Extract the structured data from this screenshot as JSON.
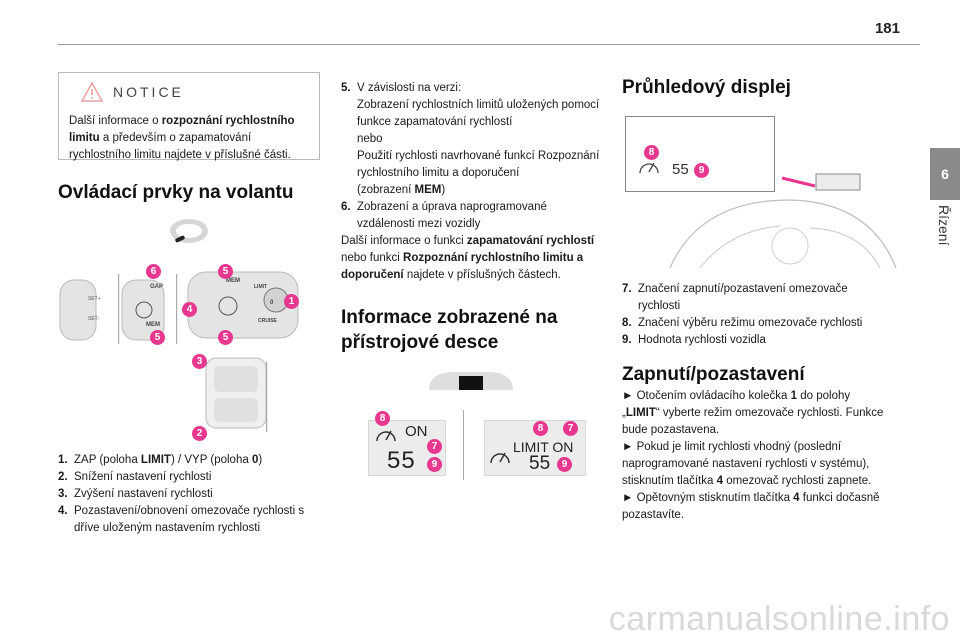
{
  "page_number": "181",
  "chapter_tab": {
    "number": "6",
    "label": "Řízení"
  },
  "notice": {
    "title": "NOTICE",
    "text_a": "Další informace o ",
    "text_b": "rozpoznání rychlostního limitu",
    "text_c": " a především o zapamatování rychlostního limitu najdete v příslušné části."
  },
  "section_controls": {
    "heading": "Ovládací prvky na volantu",
    "stalk_labels": {
      "gap": "GAP",
      "set_plus": "SET+",
      "set_minus": "SET-",
      "mem": "MEM",
      "limit": "LIMIT",
      "zero": "0",
      "cruise": "CRUISE"
    },
    "callouts": [
      "6",
      "5",
      "4",
      "1",
      "5",
      "5",
      "3",
      "2"
    ],
    "items": [
      {
        "num": "1.",
        "a": "ZAP (poloha ",
        "b": "LIMIT",
        "c": ") / VYP (poloha ",
        "d": "0",
        "e": ")"
      },
      {
        "num": "2.",
        "text": "Snížení nastavení rychlosti"
      },
      {
        "num": "3.",
        "text": "Zvýšení nastavení rychlosti"
      },
      {
        "num": "4.",
        "text": "Pozastavení/obnovení omezovače rychlosti s dříve uloženým nastavením rychlosti"
      }
    ]
  },
  "col2_list": [
    {
      "num": "5.",
      "lines": [
        "V závislosti na verzi:",
        "Zobrazení rychlostních limitů uložených pomocí funkce zapamatování rychlostí",
        "nebo",
        "Použití rychlosti navrhované funkcí Rozpoznání rychlostního limitu a doporučení"
      ],
      "extra_a": "(zobrazení ",
      "extra_b": "MEM",
      "extra_c": ")"
    },
    {
      "num": "6.",
      "text": "Zobrazení a úprava naprogramované vzdálenosti mezi vozidly"
    }
  ],
  "col2_para": {
    "a": "Další informace o funkci ",
    "b": "zapamatování rychlostí",
    "c": " nebo funkci ",
    "d": "Rozpoznání rychlostního limitu a doporučení",
    "e": " najdete v příslušných částech."
  },
  "section_instrument": {
    "heading_line1": "Informace zobrazené na",
    "heading_line2": "přístrojové desce",
    "display_left": {
      "status": "ON",
      "speed": "55",
      "callouts": [
        "8",
        "7",
        "9"
      ]
    },
    "display_right": {
      "status": "LIMIT ON",
      "speed": "55",
      "callouts": [
        "8",
        "7",
        "9"
      ]
    }
  },
  "section_hud": {
    "heading": "Průhledový displej",
    "hud_speed": "55",
    "callouts": [
      "8",
      "9"
    ],
    "items": [
      {
        "num": "7.",
        "text": "Značení zapnutí/pozastavení omezovače rychlosti"
      },
      {
        "num": "8.",
        "text": "Značení výběru režimu omezovače rychlosti"
      },
      {
        "num": "9.",
        "text": "Hodnota rychlosti vozidla"
      }
    ]
  },
  "section_onoff": {
    "heading": "Zapnutí/pozastavení",
    "p1": {
      "a": "► Otočením ovládacího kolečka ",
      "b": "1",
      "c": " do polohy „",
      "d": "LIMIT",
      "e": "“ vyberte režim omezovače rychlosti. Funkce bude pozastavena."
    },
    "p2": {
      "a": "► Pokud je limit rychlosti vhodný (poslední naprogramované nastavení rychlosti v systému), stisknutím tlačítka ",
      "b": "4",
      "c": " omezovač rychlosti zapnete."
    },
    "p3": {
      "a": "► Opětovným stisknutím tlačítka ",
      "b": "4",
      "c": " funkci dočasně pozastavíte."
    }
  },
  "watermark": "carmanualsonline.info",
  "colors": {
    "accent": "#e8378f",
    "tab": "#8a8a8a"
  }
}
